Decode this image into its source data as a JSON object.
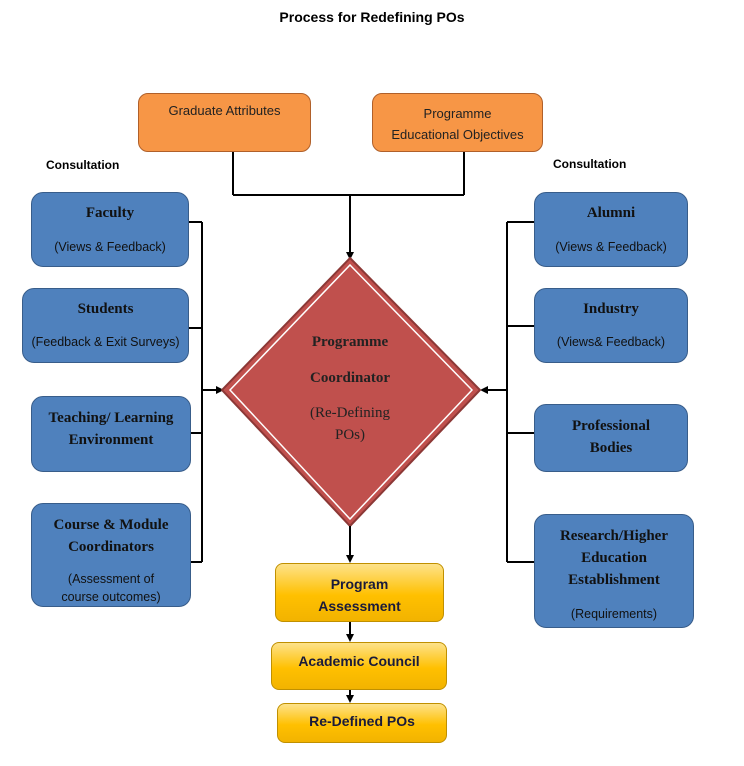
{
  "title": "Process for Redefining POs",
  "consultation_left": "Consultation",
  "consultation_right": "Consultation",
  "top": {
    "graduate_attributes": "Graduate Attributes",
    "peo_line1": "Programme",
    "peo_line2": "Educational Objectives"
  },
  "left": {
    "faculty": {
      "heading": "Faculty",
      "sub": "(Views & Feedback)"
    },
    "students": {
      "heading": "Students",
      "sub": "(Feedback & Exit Surveys)"
    },
    "teaching": {
      "heading_line1": "Teaching/ Learning",
      "heading_line2": "Environment"
    },
    "course": {
      "heading_line1": "Course & Module",
      "heading_line2": "Coordinators",
      "sub_line1": "(Assessment of",
      "sub_line2": "course outcomes)"
    }
  },
  "right": {
    "alumni": {
      "heading": "Alumni",
      "sub": "(Views & Feedback)"
    },
    "industry": {
      "heading": "Industry",
      "sub": "(Views& Feedback)"
    },
    "professional": {
      "heading_line1": "Professional",
      "heading_line2": "Bodies"
    },
    "research": {
      "heading_line1": "Research/Higher",
      "heading_line2": "Education",
      "heading_line3": "Establishment",
      "sub": "(Requirements)"
    }
  },
  "center": {
    "line1": "Programme",
    "line2": "Coordinator",
    "line3": "(Re-Defining",
    "line4": "POs)"
  },
  "bottom": {
    "program_assessment_line1": "Program",
    "program_assessment_line2": "Assessment",
    "academic_council": "Academic Council",
    "redefined_pos": "Re-Defined POs"
  },
  "colors": {
    "orange": "#f79646",
    "blue": "#4f81bd",
    "diamond": "#c0504d",
    "yellow": "#ffc000"
  }
}
